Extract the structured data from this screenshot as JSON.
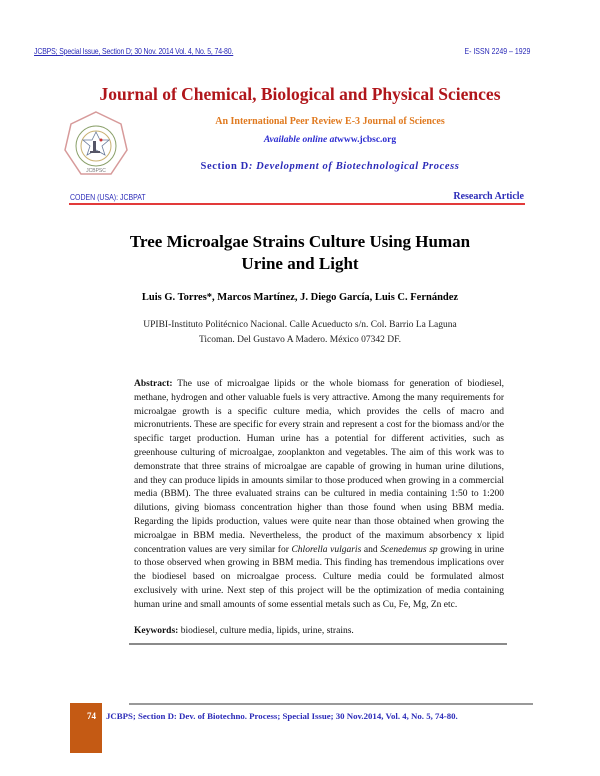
{
  "running_header": {
    "left": "JCBPS; Special Issue,  Section D;  30 Nov. 2014 Vol. 4, No. 5, 74-80.",
    "right": "E- ISSN 2249 – 1929"
  },
  "masthead": {
    "journal_title": "Journal of Chemical, Biological and Physical Sciences",
    "subtitle": "An International Peer Review E-3 Journal of Sciences",
    "online_prefix": "Available online at",
    "online_url": "www.jcbsc.org",
    "section_label": "Section D",
    "section_rest": ": Development of  Biotechnological Process",
    "logo_icon": "journal-logo-icon",
    "logo_text": "JCBPSC"
  },
  "meta": {
    "coden": "CODEN (USA): JCBPAT",
    "article_type": "Research Article"
  },
  "paper": {
    "title_line1": "Tree Microalgae Strains Culture Using Human",
    "title_line2": "Urine and Light",
    "authors": "Luis G. Torres*, Marcos Martínez, J. Diego García, Luis C. Fernández",
    "affiliation_line1": "UPIBI-Instituto Politécnico Nacional. Calle Acueducto s/n. Col. Barrio La Laguna",
    "affiliation_line2": "Ticoman. Del Gustavo A Madero. México 07342 DF."
  },
  "abstract": {
    "label": "Abstract:",
    "text_part1": " The use of microalgae lipids or the whole biomass for generation of biodiesel, methane, hydrogen and other valuable fuels is very attractive. Among the many requirements for microalgae growth is a specific culture media, which provides the cells of macro and micronutrients. These are specific for every strain and represent a cost for the biomass and/or the specific target production.  Human urine has a potential for different activities, such as greenhouse culturing of microalgae, zooplankton and vegetables. The aim of this work was to demonstrate that three strains of microalgae are capable of growing in human urine dilutions, and they can produce lipids in amounts similar to those produced when growing in a commercial media (BBM). The three evaluated strains can be cultured in media containing 1:50 to 1:200 dilutions, giving biomass concentration higher than those found when using BBM media. Regarding the lipids production, values were quite near than those obtained when growing the microalgae in BBM media. Nevertheless, the product of the maximum absorbency x lipid concentration values are very similar for ",
    "species1": "Chlorella vulgaris",
    "text_part2": " and ",
    "species2": "Scenedemus sp",
    "text_part3": " growing in urine to those observed when growing in BBM media. This finding has tremendous implications over the biodiesel based on microalgae process. Culture media could be formulated    almost exclusively with urine. Next step of this project will be the optimization of media containing human urine and small amounts of some essential metals such as Cu, Fe, Mg, Zn etc."
  },
  "keywords": {
    "label": "Keywords:",
    "text": " biodiesel, culture media, lipids, urine, strains."
  },
  "footer": {
    "page_number": "74",
    "citation": "JCBPS; Section D: Dev. of Biotechno. Process; Special Issue; 30 Nov.2014, Vol. 4, No. 5, 74-80.",
    "accent_color": "#c45a14"
  }
}
